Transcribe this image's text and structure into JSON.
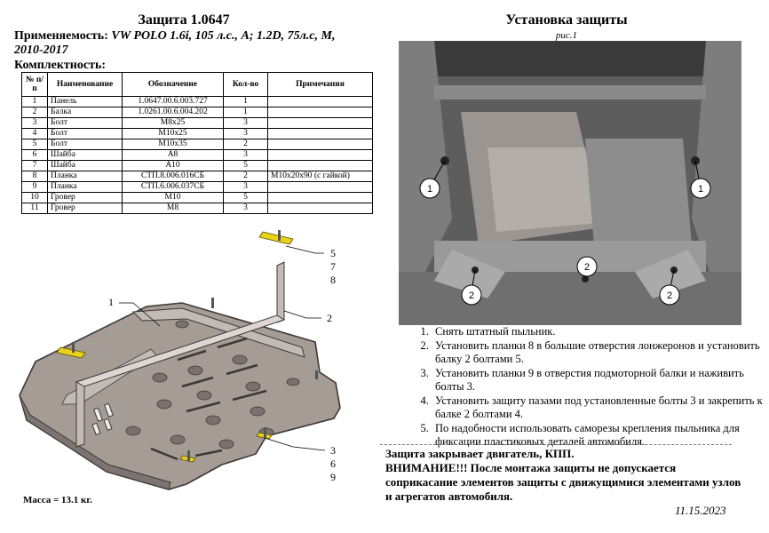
{
  "left": {
    "title": "Защита 1.0647",
    "applicability_label": "Применяемость:",
    "applicability_value_line1": " VW POLO 1.6i, 105 л.с., A; 1.2D, 75л.с,  M,",
    "applicability_value_line2": "2010-2017",
    "kit_heading": "Комплектность:",
    "table": {
      "headers": [
        "№ п/п",
        "Наименование",
        "Обозначение",
        "Кол-во",
        "Примечания"
      ],
      "rows": [
        [
          "1",
          "Панель",
          "1.0647.00.6.003.727",
          "1",
          ""
        ],
        [
          "2",
          "Балка",
          "1.0261.00.6.004.202",
          "1",
          ""
        ],
        [
          "3",
          "Болт",
          "М8х25",
          "3",
          ""
        ],
        [
          "4",
          "Болт",
          "М10х25",
          "3",
          ""
        ],
        [
          "5",
          "Болт",
          "М10х35",
          "2",
          ""
        ],
        [
          "6",
          "Шайба",
          "А8",
          "3",
          ""
        ],
        [
          "7",
          "Шайба",
          "А10",
          "5",
          ""
        ],
        [
          "8",
          "Планка",
          "СТП.8.006.016СБ",
          "2",
          "М10х20х90 (с гайкой)"
        ],
        [
          "9",
          "Планка",
          "СТП.6.006.037СБ",
          "3",
          ""
        ],
        [
          "10",
          "Гровер",
          "М10",
          "5",
          ""
        ],
        [
          "11",
          "Гровер",
          "М8",
          "3",
          ""
        ]
      ]
    },
    "drawing_callouts": {
      "panel": "1",
      "beam": "2",
      "top_right": [
        "5",
        "7",
        "8"
      ],
      "bottom_right": [
        "3",
        "6",
        "9"
      ]
    },
    "mass": "Масса = 13.1 кг."
  },
  "right": {
    "title": "Установка защиты",
    "figure_caption": "рис.1",
    "photo_labels": [
      "1",
      "1",
      "2",
      "2",
      "2"
    ],
    "steps": [
      "Снять штатный пыльник.",
      "Установить планки 8 в большие отверстия лонжеронов и установить балку 2 болтами 5.",
      "Установить планки 9 в отверстия подмоторной балки и наживить болты 3.",
      "Установить защиту пазами под установленные болты 3 и закрепить к балке 2 болтами 4.",
      "По надобности использовать саморезы крепления пыльника для фиксации пластиковых деталей автомобиля."
    ],
    "notice_1": "Защита закрывает двигатель, КПП.",
    "notice_2": "ВНИМАНИЕ!!!  После монтажа защиты не допускается соприкасание элементов защиты с движущимися элементами узлов и агрегатов автомобиля.",
    "date": "11.15.2023"
  },
  "colors": {
    "panel_fill": "#a69c96",
    "bracket_yellow": "#e8d21a",
    "photo_bg": "#6a6a6a",
    "label_circle": "#ffffff"
  }
}
